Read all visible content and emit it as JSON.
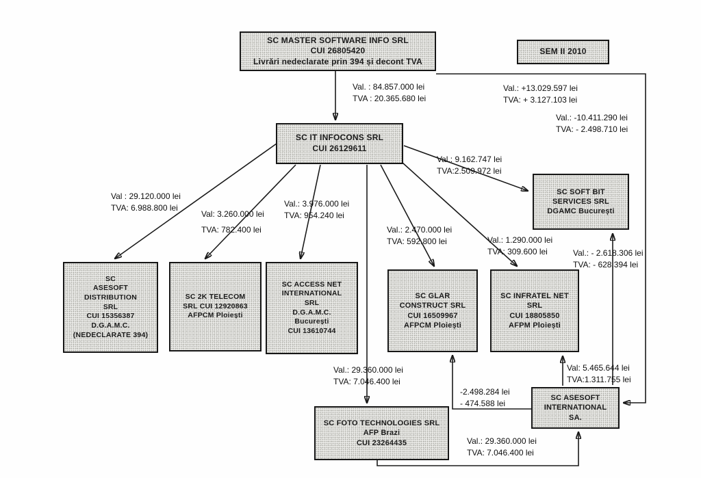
{
  "period_badge": "SEM II 2010",
  "nodes": {
    "master": {
      "lines": [
        "SC MASTER SOFTWARE INFO SRL",
        "CUI 26805420",
        "Livrări nedeclarate prin 394 și decont TVA"
      ]
    },
    "infocons": {
      "lines": [
        "SC IT INFOCONS SRL",
        "CUI 26129611"
      ]
    },
    "softbit": {
      "lines": [
        "SC SOFT BIT",
        "SERVICES SRL",
        "DGAMC București"
      ]
    },
    "asesoft_dist": {
      "lines": [
        "SC",
        "ASESOFT",
        "DISTRIBUTION",
        "SRL",
        "CUI 15356387",
        "D.G.A.M.C.",
        "(NEDECLARATE 394)"
      ]
    },
    "telecom2k": {
      "lines": [
        "SC 2K TELECOM",
        "SRL CUI 12920863",
        "AFPCM Ploiești"
      ]
    },
    "accessnet": {
      "lines": [
        "SC ACCESS NET",
        "INTERNATIONAL",
        "SRL",
        "D.G.A.M.C.",
        "București",
        "CUI 13610744"
      ]
    },
    "glar": {
      "lines": [
        "SC GLAR",
        "CONSTRUCT SRL",
        "CUI 16509967",
        "AFPCM Ploiești"
      ]
    },
    "infratel": {
      "lines": [
        "SC INFRATEL NET",
        "SRL",
        "CUI 18805850",
        "AFPM Ploiești"
      ]
    },
    "foto": {
      "lines": [
        "SC FOTO TECHNOLOGIES SRL",
        "AFP Brazi",
        "CUI 23264435"
      ]
    },
    "asesoft_intl": {
      "lines": [
        "SC ASESOFT",
        "INTERNATIONAL",
        "SA."
      ]
    }
  },
  "edge_labels": {
    "e1": {
      "line1": "Val. : 84.857.000 lei",
      "line2": "TVA : 20.365.680 lei"
    },
    "e2": {
      "line1": "Val.: +13.029.597 lei",
      "line2": "TVA: + 3.127.103 lei"
    },
    "e3": {
      "line1": "Val.: -10.411.290 lei",
      "line2": "TVA: - 2.498.710 lei"
    },
    "e4": {
      "line1": "Val.: 9.162.747 lei",
      "line2": "TVA:2.509.972 lei"
    },
    "e5": {
      "line1": "Val : 29.120.000 lei",
      "line2": "TVA:  6.988.800 lei"
    },
    "e6": {
      "line1": "Val: 3.260.000 lei",
      "line2": "TVA:  782.400 lei"
    },
    "e7": {
      "line1": "Val.: 3.976.000 lei",
      "line2": "TVA:   954.240 lei"
    },
    "e8": {
      "line1": "Val.: 2.470.000 lei",
      "line2": "TVA:   592.800 lei"
    },
    "e9": {
      "line1": "Val.: 1.290.000 lei",
      "line2": "TVA:   309.600 lei"
    },
    "e10": {
      "line1": "Val.: - 2.618.306 lei",
      "line2": "TVA: -   628.394 lei"
    },
    "e11": {
      "line1": "Val.: 29.360.000 lei",
      "line2": "TVA:  7.046.400 lei"
    },
    "e12": {
      "line1": "-2.498.284 lei",
      "line2": "- 474.588 lei"
    },
    "e13": {
      "line1": "Val:  5.465.644 lei",
      "line2": "TVA:1.311.755 lei"
    },
    "e14": {
      "line1": "Val.: 29.360.000 lei",
      "line2": "TVA:  7.046.400 lei"
    }
  }
}
